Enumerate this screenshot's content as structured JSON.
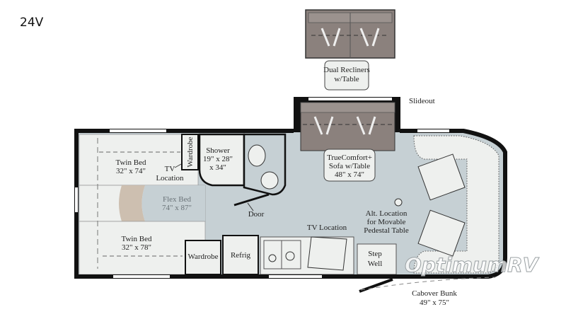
{
  "model": "24V",
  "labels": {
    "dual_recliners_1": "Dual Recliners",
    "dual_recliners_2": "w/Table",
    "slideout": "Slideout",
    "sofa_1": "TrueComfort+",
    "sofa_2": "Sofa w/Table",
    "sofa_3": "48\" x 74\"",
    "twin_bed_top_1": "Twin Bed",
    "twin_bed_top_2": "32\" x 74\"",
    "tv_location_1_a": "TV",
    "tv_location_1_b": "Location",
    "wardrobe_top": "Wardrobe",
    "shower_1": "Shower",
    "shower_2": "19\" x 28\"",
    "shower_3": "x 34\"",
    "flex_bed_1": "Flex Bed",
    "flex_bed_2": "74\" x 87\"",
    "door": "Door",
    "twin_bed_bottom_1": "Twin Bed",
    "twin_bed_bottom_2": "32\" x 78\"",
    "wardrobe_bottom": "Wardrobe",
    "refrig": "Refrig",
    "tv_location_2": "TV Location",
    "alt_location_1": "Alt. Location",
    "alt_location_2": "for Movable",
    "alt_location_3": "Pedestal Table",
    "step_well_1": "Step",
    "step_well_2": "Well",
    "cabover_1": "Cabover Bunk",
    "cabover_2": "49\" x 75\""
  },
  "watermark": "OptimumRV",
  "colors": {
    "wall": "#111111",
    "floor": "#c6d0d4",
    "furniture": "#eef0ee",
    "sofa": "#8b817d",
    "flex_patch": "#cdbfb0"
  }
}
